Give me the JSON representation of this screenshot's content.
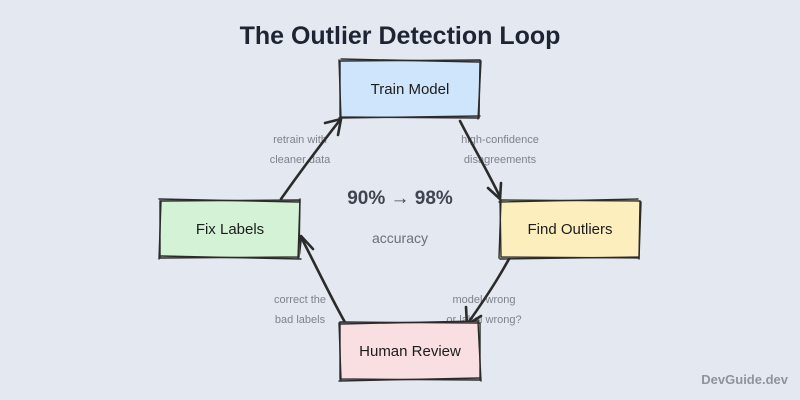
{
  "title": "The Outlier Detection Loop",
  "nodes": {
    "train": "Train Model",
    "find": "Find Outliers",
    "review": "Human Review",
    "fix": "Fix Labels"
  },
  "edges": {
    "train_to_find": [
      "high-confidence",
      "disagreements"
    ],
    "find_to_review": [
      "model wrong",
      "or label wrong?"
    ],
    "review_to_fix": [
      "correct the",
      "bad labels"
    ],
    "fix_to_train": [
      "retrain with",
      "cleaner data"
    ]
  },
  "metric": {
    "value": "90% → 98%",
    "label": "accuracy"
  },
  "brand": "DevGuide.dev",
  "colors": {
    "background": "#e4e8f0",
    "train": "#cfe5fb",
    "find": "#fcefbd",
    "review": "#f9dee2",
    "fix": "#d4f2d5",
    "stroke": "#2b2b2b"
  }
}
